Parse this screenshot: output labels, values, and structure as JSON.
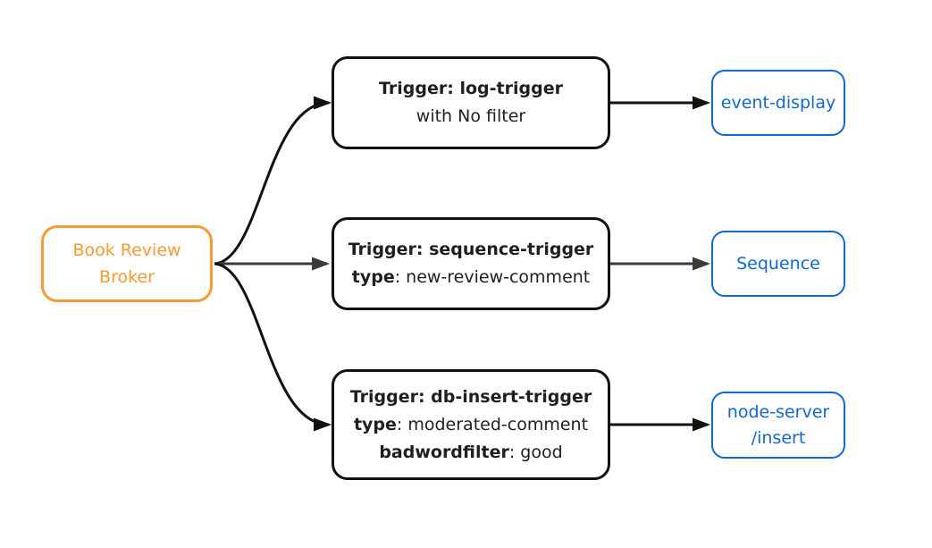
{
  "colors": {
    "broker_orange": "#F59B33",
    "target_blue": "#1168CE",
    "edge_black": "#111111",
    "edge_gray": "#3B3B3B",
    "text_dark": "#1F1F1F",
    "background": "#FFFFFF"
  },
  "broker": {
    "line1": "Book Review",
    "line2": "Broker"
  },
  "triggers": [
    {
      "lines": [
        {
          "bold": "Trigger: log-trigger",
          "rest": ""
        },
        {
          "bold": "",
          "rest": "with No filter"
        }
      ]
    },
    {
      "lines": [
        {
          "bold": "Trigger: sequence-trigger",
          "rest": ""
        },
        {
          "bold": "type",
          "rest": ": new-review-comment"
        }
      ]
    },
    {
      "lines": [
        {
          "bold": "Trigger: db-insert-trigger",
          "rest": ""
        },
        {
          "bold": "type",
          "rest": ": moderated-comment"
        },
        {
          "bold": "badwordfilter",
          "rest": ": good"
        }
      ]
    }
  ],
  "sinks": [
    {
      "lines": [
        "event-display"
      ]
    },
    {
      "lines": [
        "Sequence"
      ]
    },
    {
      "lines": [
        "node-server",
        "/insert"
      ]
    }
  ]
}
